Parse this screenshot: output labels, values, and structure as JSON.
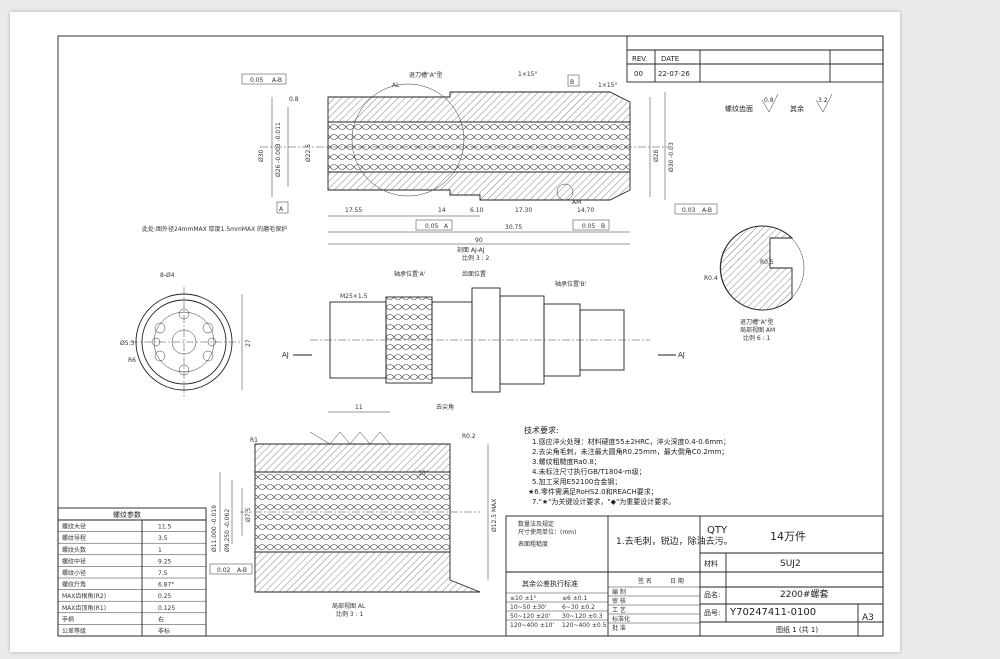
{
  "revision_block": {
    "rev_label": "REV.",
    "date_label": "DATE",
    "rev": "00",
    "date": "22-07-26"
  },
  "surface_finish": {
    "thread_surface_label": "螺纹齿面",
    "thread_value": "0.8",
    "other_label": "其余",
    "other_value": "3.2"
  },
  "section_main": {
    "title": "剖面 AJ-AJ",
    "scale": "比例 3 : 2",
    "note": "此处:图外径24mmMAX 厚度1.5mmMAX 的磨毛保护",
    "tag_undercut_a": "退刀槽\"A\"型",
    "label_al": "AL",
    "label_am": "AM",
    "datum_a": "A",
    "datum_b": "B",
    "flatness": "0.05",
    "flatness_ref": "A-B",
    "flatness2": "0.03",
    "flatness2_ref": "A-B",
    "perp1": "0.05",
    "perp1_ref": "A",
    "perp2": "0.05",
    "perp2_ref": "B",
    "dim_angle": "1×15°",
    "dim_angle2": "1×15°",
    "dim_17_55": "17.55",
    "dim_14": "14",
    "dim_6_10": "6.10",
    "dim_17_30": "17.30",
    "dim_14_70": "14.70",
    "dim_30_75": "30.75",
    "dim_90": "90",
    "dia_30": "Ø30",
    "dia_26": "Ø26 -0.003 -0.011",
    "dia_22": "Ø22.5",
    "dia_28": "Ø28",
    "dia_30b": "Ø30 -0.03",
    "roughness": "0.8"
  },
  "side_view": {
    "label_8": "8-Ø4",
    "label_r6": "R6",
    "label_phi": "Ø5.3"
  },
  "front_view": {
    "thread_label": "M25×1.5",
    "callout_bearing_a": "轴承位置'A'",
    "callout_tooth": "齿面位置",
    "callout_bearing_b": "轴承位置'B'",
    "callout_sharp": "去尖角",
    "section_mark": "AJ",
    "dim_27": "27"
  },
  "detail_am": {
    "title": "退刀槽\"A\"型",
    "subtitle": "局部视图 AM",
    "scale": "比例 6 : 1",
    "dim_r05": "R0.5",
    "dim_r04": "R0.4"
  },
  "detail_al": {
    "title": "局部视图 AL",
    "scale": "比例 3 : 1",
    "dim_11": "11",
    "dim_r1": "R1",
    "dim_30deg": "30°",
    "dim_r02": "R0.2",
    "flatness": "0.02",
    "flatness_ref": "A-B",
    "dia_a": "Ø11.000 -0.019",
    "dia_b": "Ø9.250 -0.062",
    "dia_c": "Ø7.5",
    "dim_max": "Ø12.5 MAX"
  },
  "tech_requirements": {
    "title": "技术要求:",
    "items": [
      "1.感应淬火处理：材料硬度55±2HRC，淬火深度0.4-0.6mm；",
      "2.去尖角毛刺，未注最大圆角R0.25mm，最大倒角C0.2mm；",
      "3.螺纹粗糙度Ra0.8；",
      "4.未标注尺寸执行GB/T1804-m级；",
      "5.加工采用E52100合金钢；",
      "★6.零件需满足RoHS2.0和REACH要求；",
      "7.\"★\"为关键设计要求，\"◆\"为重要设计要求。"
    ]
  },
  "thread_params": {
    "title": "螺纹参数",
    "rows": [
      [
        "螺纹大径",
        "11.5"
      ],
      [
        "螺纹导程",
        "3.5"
      ],
      [
        "螺纹头数",
        "1"
      ],
      [
        "螺纹中径",
        "9.25"
      ],
      [
        "螺纹小径",
        "7.5"
      ],
      [
        "螺纹升角",
        "6.87°"
      ],
      [
        "MAX齿根角(R2)",
        "0.25"
      ],
      [
        "MAX齿顶角(R1)",
        "0.125"
      ],
      [
        "手柄",
        "右"
      ],
      [
        "公差等级",
        "非标"
      ]
    ]
  },
  "title_block": {
    "proj_note1": "数量法及规定",
    "proj_note2": "尺寸使用单位：(mm)",
    "proj_note3": "表面粗糙度",
    "process_note": "1.去毛刺，锐边，除油去污。",
    "qty_label": "QTY",
    "qty": "14万件",
    "material_label": "材料",
    "material": "SUJ2",
    "name_label": "品名:",
    "name": "2200#螺套",
    "part_label": "品号:",
    "part_no": "Y70247411-0100",
    "size": "A3",
    "sheet": "图纸 1 (共 1)",
    "tol_title": "其余公差执行标准",
    "sign_label": "签 名",
    "date_label": "日 期",
    "roles": [
      "编 制",
      "审 核",
      "工 艺",
      "标准化",
      "批 准"
    ],
    "tol_rows": [
      [
        "≤10 ±1°",
        "≤6 ±0.1"
      ],
      [
        "10~50 ±30'",
        "6~30 ±0.2"
      ],
      [
        "50~120 ±20'",
        "30~120 ±0.3"
      ],
      [
        "120~400 ±10'",
        "120~400 ±0.5"
      ]
    ]
  }
}
